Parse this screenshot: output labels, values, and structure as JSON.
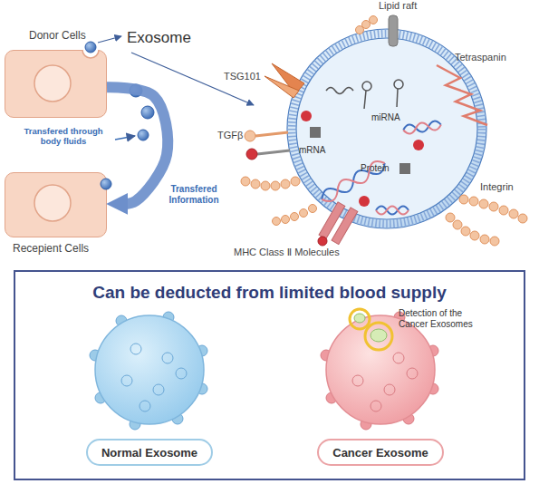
{
  "diagram": {
    "nodes": [
      {
        "text": [
          "Donor Cells"
        ]
      },
      {
        "text": [
          "Recepient Cells"
        ]
      },
      {
        "text": [
          "Can be deducted from limited blood supply"
        ]
      },
      {
        "text": [
          "Normal Exosome"
        ],
        "in": 2
      },
      {
        "text": [
          "Cancer Exosome"
        ],
        "in": 2
      }
    ],
    "edges": [
      {
        "from": 0,
        "to": 1,
        "arrow": "to",
        "label": "Transfered Information"
      }
    ],
    "labels": [
      "Exosome",
      "Transfered through body fluids",
      "Lipid raft",
      "Tetraspanin",
      "TSG101",
      "TGFβ",
      "miRNA",
      "mRNA",
      "Protein",
      "Integrin",
      "MHC Class Ⅱ Molecules",
      "Detection of the Cancer Exosomes"
    ]
  }
}
